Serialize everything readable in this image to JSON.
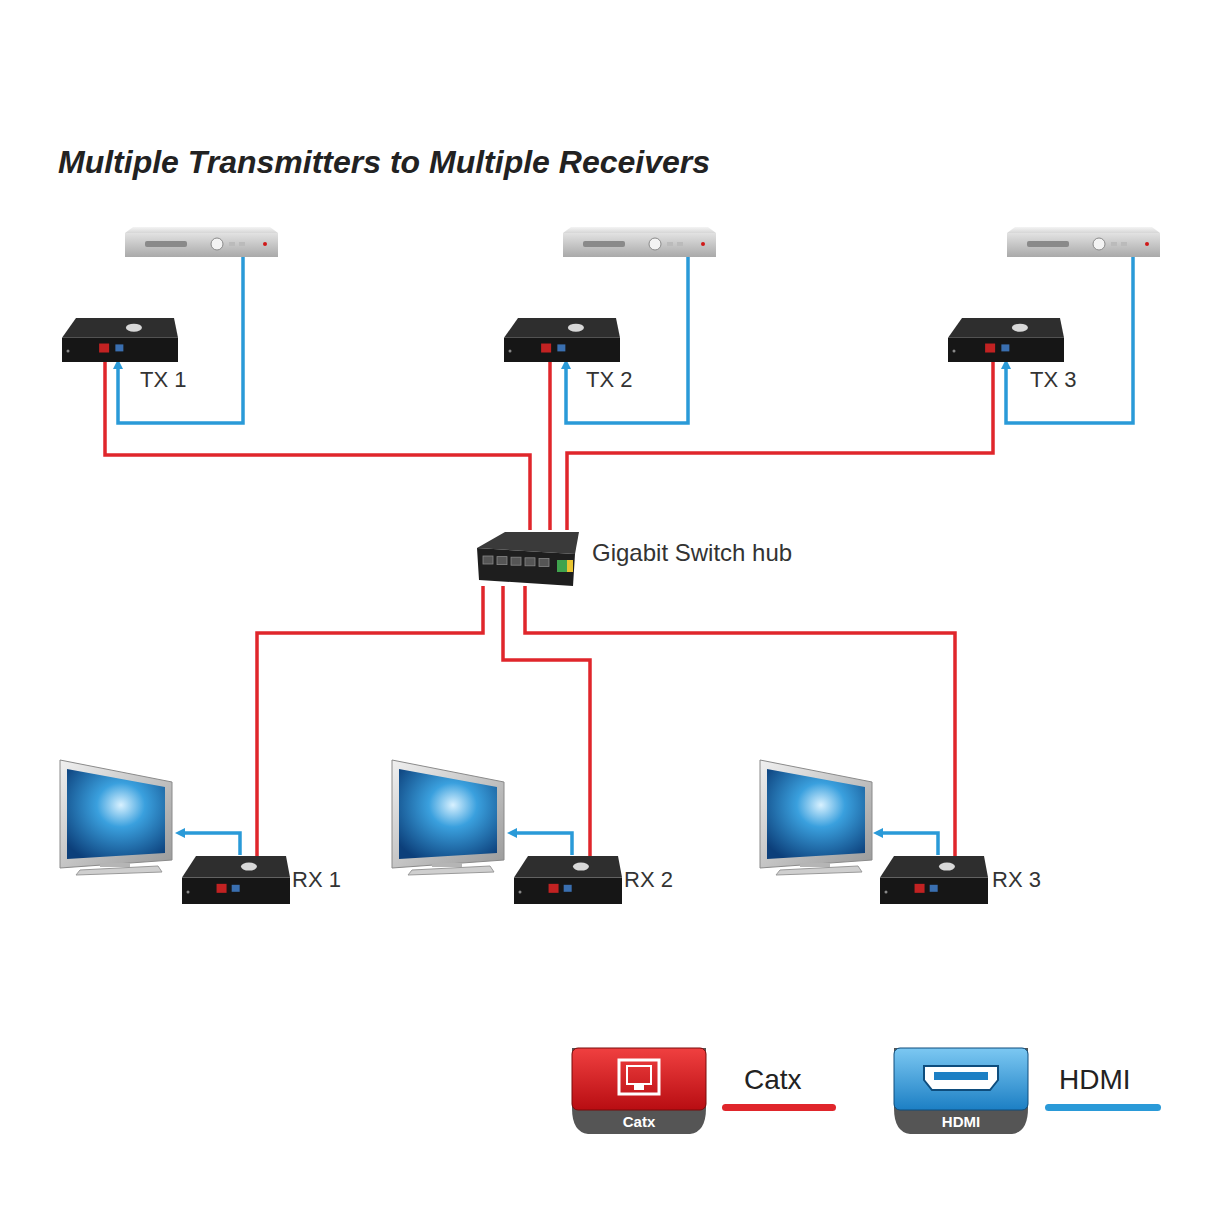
{
  "diagram": {
    "title": "Multiple Transmitters to Multiple Receivers",
    "nodes": [
      {
        "text": [
          "TX 1"
        ]
      },
      {
        "text": [
          "TX 2"
        ]
      },
      {
        "text": [
          "TX 3"
        ]
      },
      {
        "text": [
          "Gigabit Switch hub"
        ]
      },
      {
        "text": [
          "RX 1"
        ]
      },
      {
        "text": [
          "RX 2"
        ]
      },
      {
        "text": [
          "RX 3"
        ]
      }
    ],
    "edges": [
      {
        "from": 0,
        "to": 3,
        "arrow": "none"
      },
      {
        "from": 1,
        "to": 3,
        "arrow": "none"
      },
      {
        "from": 2,
        "to": 3,
        "arrow": "none"
      },
      {
        "from": 3,
        "to": 4,
        "arrow": "none"
      },
      {
        "from": 3,
        "to": 5,
        "arrow": "none"
      },
      {
        "from": 3,
        "to": 6,
        "arrow": "none"
      }
    ],
    "labels": [
      "Catx",
      "HDMI"
    ],
    "legend": [
      {
        "text": "Catx",
        "color": "#e0262b"
      },
      {
        "text": "HDMI",
        "color": "#2a9ad8"
      }
    ]
  }
}
